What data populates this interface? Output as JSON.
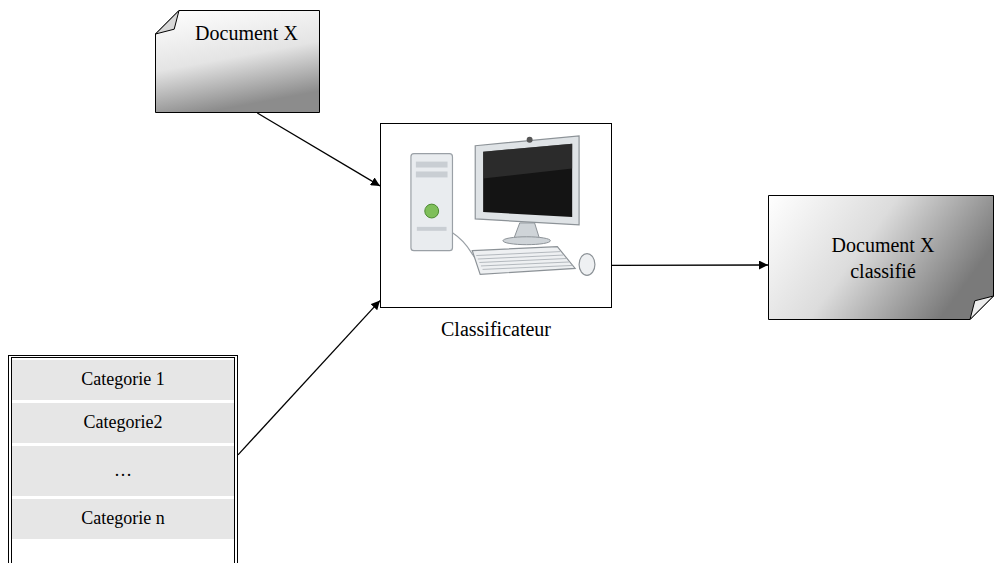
{
  "diagram": {
    "nodes": [
      {
        "text": [
          "Document X"
        ]
      },
      {
        "text": [
          "Classificateur"
        ]
      },
      {
        "text": [
          "Document X classifié"
        ]
      },
      {
        "text": [
          "Categorie 1",
          "Categorie2",
          "…",
          "Categorie n"
        ]
      }
    ],
    "edges": [
      {
        "from": 0,
        "to": 1,
        "arrow": "to"
      },
      {
        "from": 3,
        "to": 1,
        "arrow": "to"
      },
      {
        "from": 1,
        "to": 2,
        "arrow": "to"
      }
    ]
  }
}
